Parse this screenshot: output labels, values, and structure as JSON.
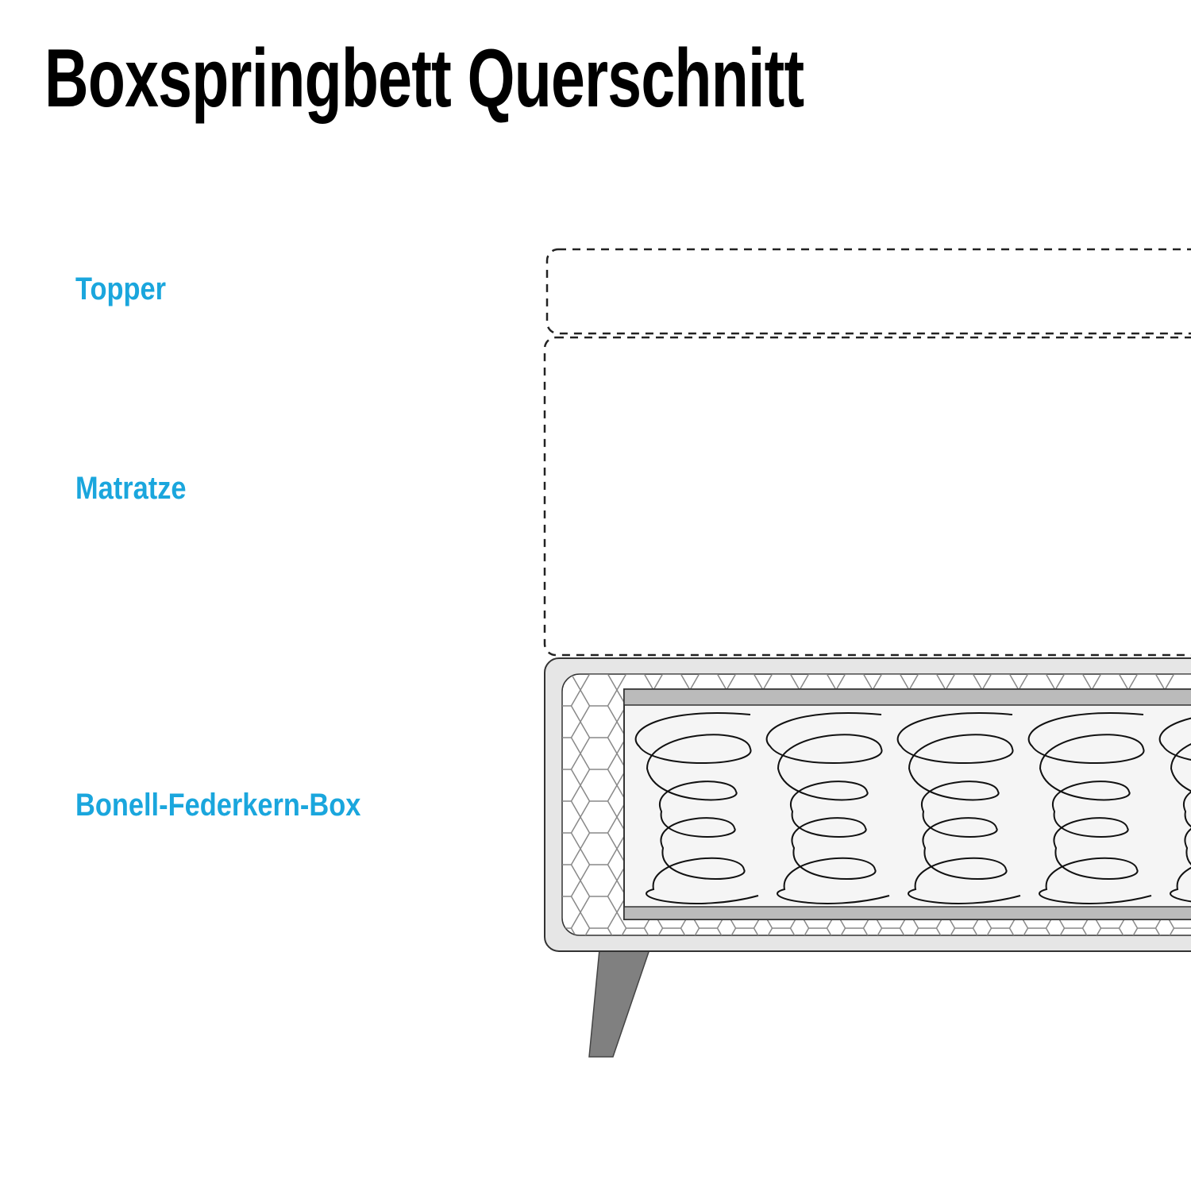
{
  "title": "Boxspringbett Querschnitt",
  "labels": {
    "topper": "Topper",
    "matratze": "Matratze",
    "box": "Bonell-Federkern-Box"
  },
  "colors": {
    "label": "#1aa6dd",
    "frame": "#e6e6e6",
    "bar": "#bbbbbb",
    "leg": "#808080"
  }
}
